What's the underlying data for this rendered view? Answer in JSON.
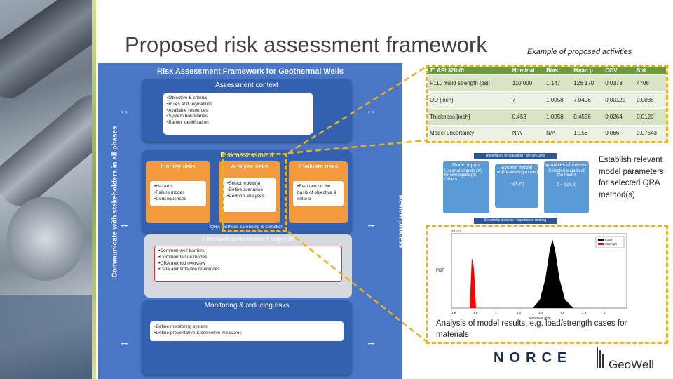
{
  "slide": {
    "title": "Proposed risk assessment framework",
    "subtitle": "Example of proposed activities"
  },
  "framework": {
    "title": "Risk Assessment Framework for Geothermal Wells",
    "left_side_label": "Communicate with stakeholders in all phases",
    "right_side_label": "Review process",
    "context": {
      "title": "Assessment context",
      "items": [
        "Objective & criteria",
        "Rules and regulations",
        "Available resources",
        "System boundaries",
        "Barrier identification"
      ]
    },
    "risk_assessment": {
      "title": "Risk assessment",
      "identify": {
        "title": "Identify risks",
        "items": [
          "Hazards",
          "Failure modes",
          "Consequences"
        ]
      },
      "analyze": {
        "title": "Analyze risks",
        "items": [
          "Select model(s)",
          "Define scenarios",
          "Perform analyses"
        ]
      },
      "evaluate": {
        "title": "Evaluate risks",
        "items": [
          "Evaluate on the basis of objective & criteria"
        ]
      },
      "qra_label": "QRA methods screening & selection"
    },
    "support": {
      "title": "GeoWell assessment support",
      "items": [
        "Common well barriers",
        "Common failure modes",
        "QRA method overview",
        "Data and software references"
      ]
    },
    "monitoring": {
      "title": "Monitoring & reducing risks",
      "items": [
        "Define monitoring system",
        "Define preventative & corrective measures"
      ]
    }
  },
  "table": {
    "headers": [
      "7\" API 32lb/ft",
      "Nominal",
      "Bias",
      "Mean μ",
      "COV",
      "Std"
    ],
    "rows": [
      [
        "P110 Yield strength [psi]",
        "110 000",
        "1.147",
        "126 170",
        "0.0373",
        "4706"
      ],
      [
        "OD [inch]",
        "7",
        "1.0058",
        "7.0406",
        "0.00125",
        "0.0088"
      ],
      [
        "Thickness [inch]",
        "0.453",
        "1.0058",
        "0.4556",
        "0.0264",
        "0.0120"
      ],
      [
        "Model uncertainty",
        "N/A",
        "N/A",
        "1.158",
        "0.066",
        "0.07643"
      ]
    ]
  },
  "model_diagram": {
    "top_label": "Uncertainty propagation / Monte Carlo",
    "bottom_label": "Sensitivity analysis / importance ranking",
    "inputs_title": "Model inputs",
    "inputs_text": "Uncertain inputs (X) Known inputs (d) Others",
    "system_title": "System model",
    "system_sub": "(or Pre-existing model)",
    "system_formula": "G(X,d)",
    "outputs_title": "Variables of interest",
    "outputs_text": "Selected outputs of the model",
    "outputs_formula": "Z = G(X,d)"
  },
  "caption_model": "Establish relevant model parameters for selected QRA method(s)",
  "histogram": {
    "legend": [
      "Load",
      "Strength"
    ],
    "ylabel": "PDF",
    "xlabel": "Pressure [psi]",
    "y_exponent": "×10⁻⁴",
    "xticks": [
      "1.6",
      "1.8",
      "1",
      "1.2",
      "1.4",
      "1.6",
      "1.8",
      "2"
    ],
    "colors": {
      "load": "#ff0000",
      "strength": "#000000"
    }
  },
  "caption_results": "Analysis of model results, e.g. load/strength cases for materials",
  "logos": {
    "norce": "NORCE",
    "geowell": "GeoWell"
  }
}
